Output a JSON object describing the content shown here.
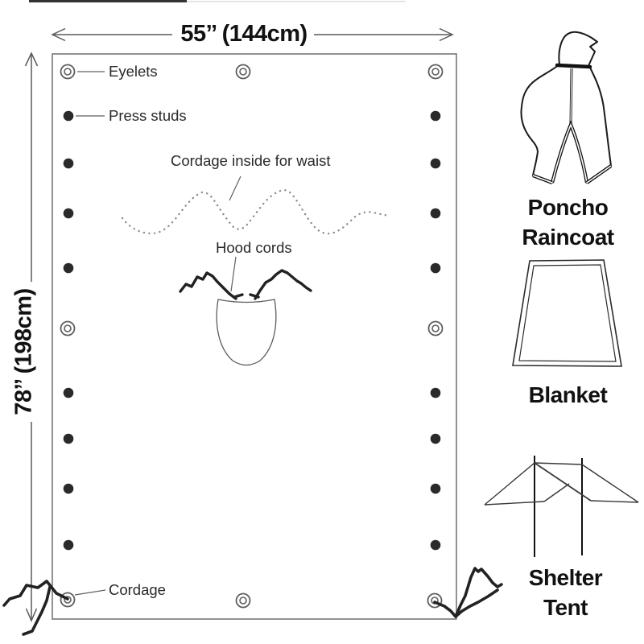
{
  "page": {
    "background": "#ffffff"
  },
  "diagram": {
    "dimensions": {
      "width_label": "55’’ (144cm)",
      "height_label": "78’’ (198cm)"
    },
    "annotations": {
      "eyelets": "Eyelets",
      "press_studs": "Press studs",
      "cordage_waist": "Cordage inside for waist",
      "hood_cords": "Hood cords",
      "cordage": "Cordage"
    },
    "hardware": {
      "eyelet_count": 8,
      "press_stud_count": 16
    }
  },
  "variants": [
    {
      "id": "poncho-raincoat",
      "lines": [
        "Poncho",
        "Raincoat"
      ]
    },
    {
      "id": "blanket",
      "lines": [
        "Blanket"
      ]
    },
    {
      "id": "shelter-tent",
      "lines": [
        "Shelter",
        "Tent"
      ]
    }
  ],
  "colors": {
    "ink": "#1d1d1d",
    "diagram_line": "#666666",
    "cord": "#222222"
  }
}
